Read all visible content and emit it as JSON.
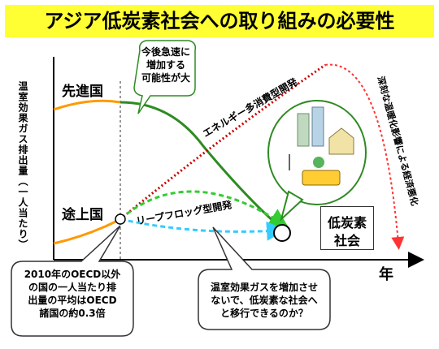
{
  "title": "アジア低炭素社会への取り組みの必要性",
  "y_axis_label": "温室効果ガス排出量（一人当たり）",
  "x_axis_label": "年",
  "labels": {
    "developed": "先進国",
    "developing": "途上国",
    "high_energy_path": "エネルギー多消費型開発",
    "leapfrog_path": "リープフロッグ型開発",
    "climate_impact": "深刻な温暖化影響による経済悪化"
  },
  "low_carbon_box": {
    "line1": "低炭素",
    "line2": "社会"
  },
  "callout_top": {
    "line1": "今後急速に",
    "line2": "増加する",
    "line3": "可能性が大"
  },
  "callout_left": {
    "line1": "2010年のOECD以外",
    "line2": "の国の一人当たり排",
    "line3": "出量の平均はOECD",
    "line4": "諸国の約0.3倍"
  },
  "callout_right": {
    "line1": "温室効果ガスを増加させ",
    "line2": "ないで、低炭素な社会へ",
    "line3": "と移行できるのか？"
  },
  "colors": {
    "title_bg": "#ffff33",
    "developed_curve": "#ff9900",
    "developed_projection": "#2e8b22",
    "energy_intensive": "#cc0000",
    "leapfrog": "#33cc33",
    "leapfrog_alt": "#33ccff",
    "climate_impact": "#ff3333"
  }
}
